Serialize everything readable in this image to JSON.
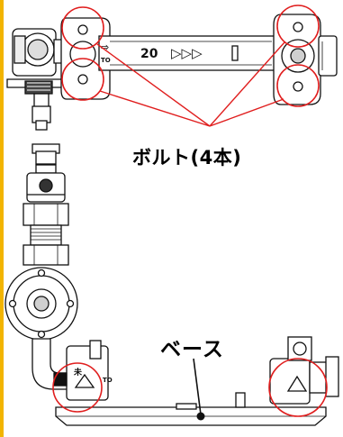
{
  "labels": {
    "bolt_callout": "ボルト(4本)",
    "base_callout": "ベース"
  },
  "meter_band": {
    "size_mark": "20",
    "flow_arrows": "▷▷▷"
  },
  "flow_marks": {
    "top_arrow": "⇨",
    "top_code": "TO",
    "bottom_code": "TO",
    "kanji_mark": "未"
  },
  "colors": {
    "highlight": "#e01e1e",
    "accent_edge": "#f2b400",
    "outline": "#111111",
    "fill_light": "#ffffff",
    "fill_shade": "#cfcfcf"
  }
}
